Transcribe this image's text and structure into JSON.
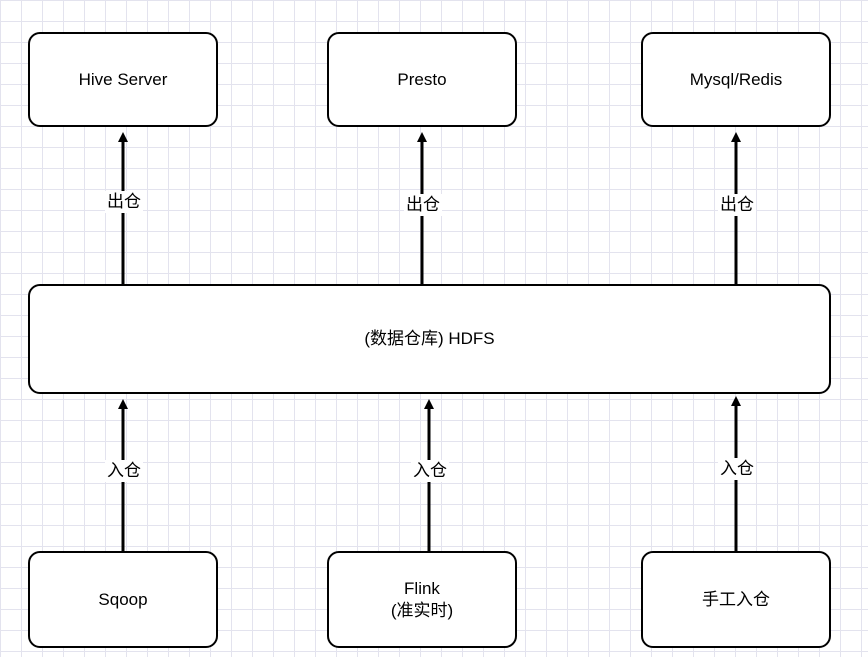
{
  "nodes": {
    "hive_server": "Hive Server",
    "presto": "Presto",
    "mysql_redis": "Mysql/Redis",
    "hdfs": "(数据仓库) HDFS",
    "sqoop": "Sqoop",
    "flink_line1": "Flink",
    "flink_line2": "(准实时)",
    "manual": "手工入仓"
  },
  "edges": {
    "out_hive": "出仓",
    "out_presto": "出仓",
    "out_mysql": "出仓",
    "in_sqoop": "入仓",
    "in_flink": "入仓",
    "in_manual": "入仓"
  }
}
